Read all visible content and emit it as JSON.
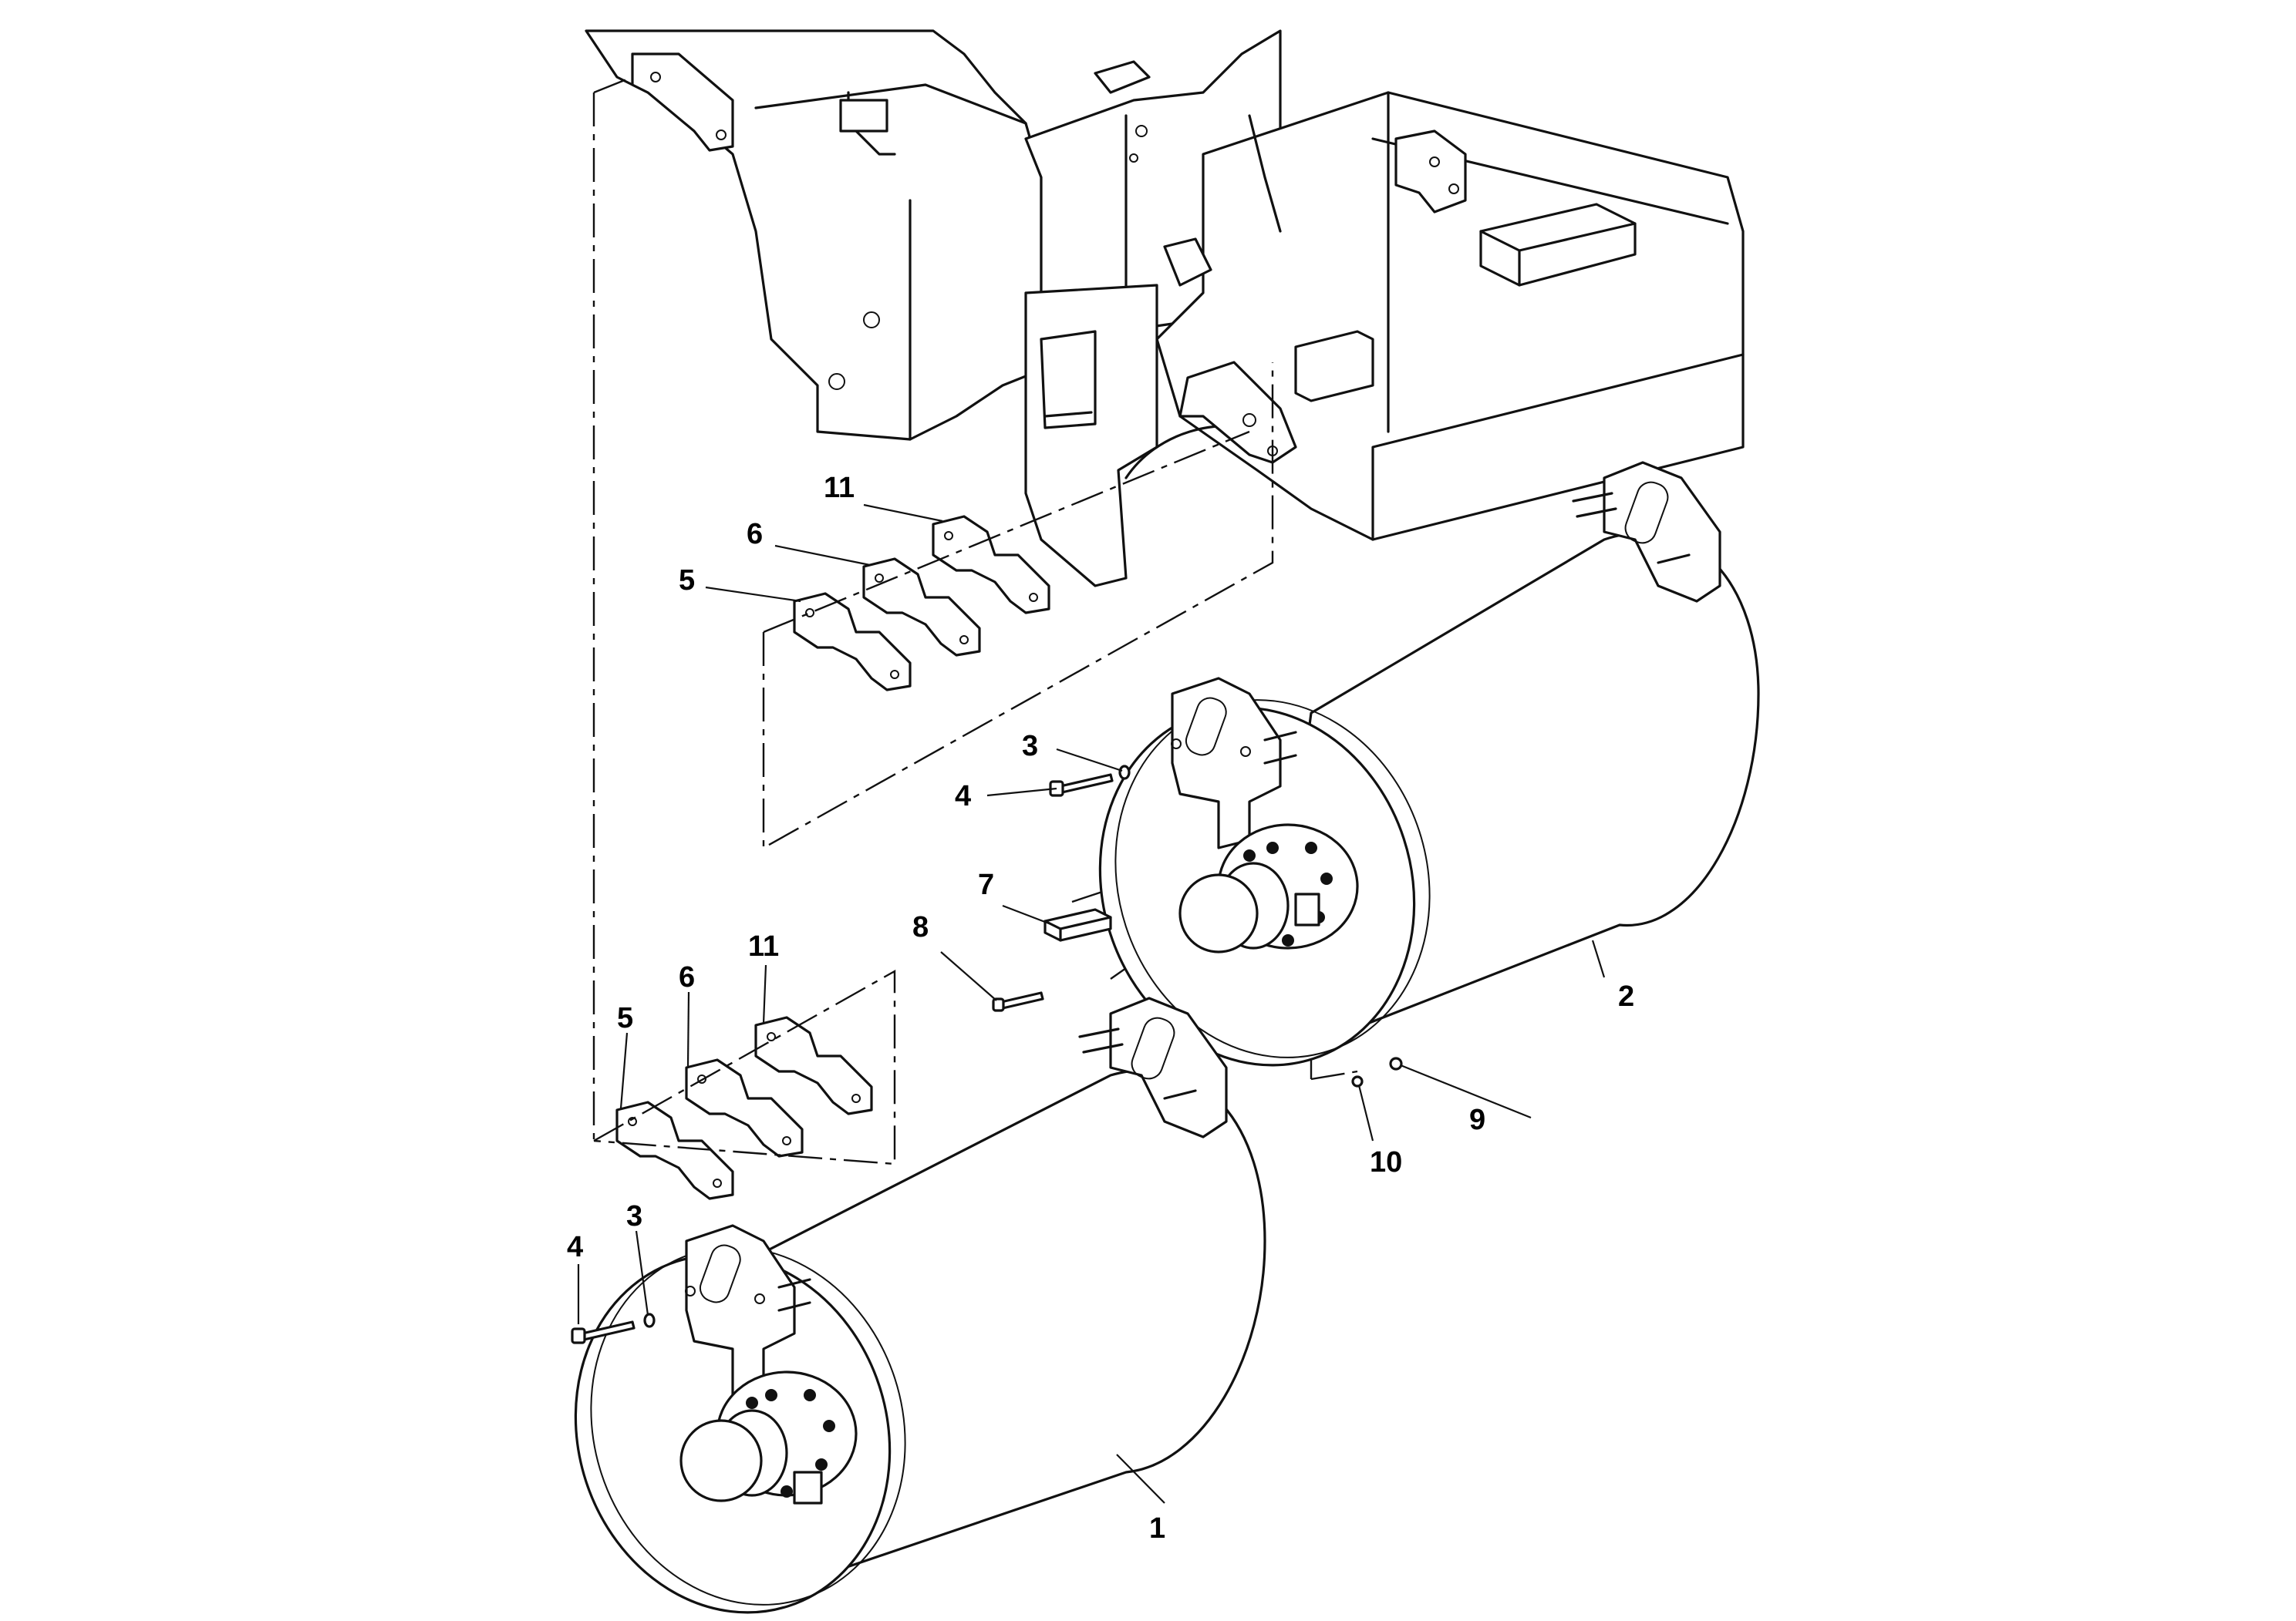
{
  "callouts": {
    "c1": "1",
    "c2": "2",
    "c3a": "3",
    "c3b": "3",
    "c4a": "4",
    "c4b": "4",
    "c5a": "5",
    "c5b": "5",
    "c6a": "6",
    "c6b": "6",
    "c7": "7",
    "c8": "8",
    "c9": "9",
    "c10": "10",
    "c11a": "11",
    "c11b": "11"
  }
}
